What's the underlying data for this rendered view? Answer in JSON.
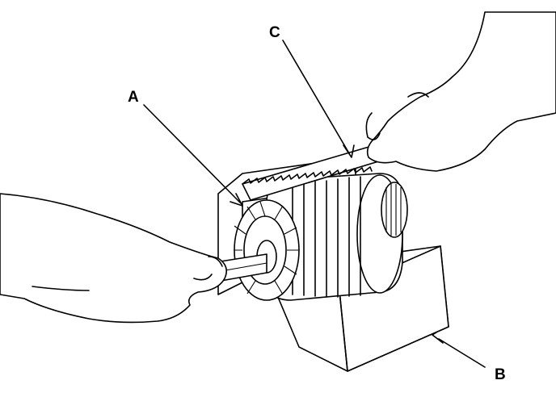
{
  "callouts": {
    "a": "A",
    "b": "B",
    "c": "C"
  },
  "components": {
    "armature": "armature",
    "commutator": "commutator",
    "hacksaw_blade": "hacksaw-blade",
    "v_block": "v-block"
  }
}
